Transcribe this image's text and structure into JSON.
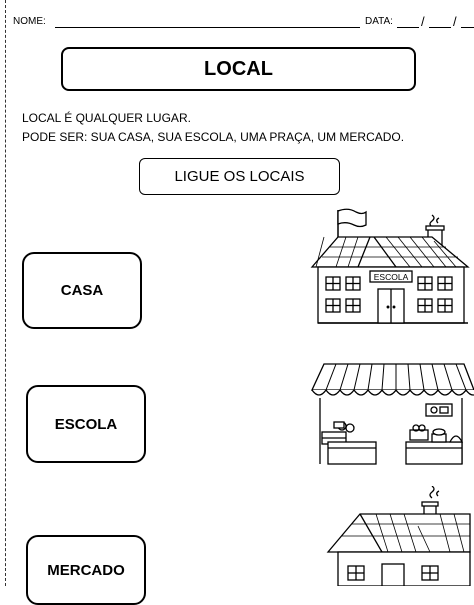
{
  "header": {
    "name_label": "NOME:",
    "date_label": "DATA:",
    "date_separator_1": "/",
    "date_separator_2": "/"
  },
  "title": "LOCAL",
  "intro": {
    "line1": "LOCAL É QUALQUER LUGAR.",
    "line2": "PODE SER: SUA CASA, SUA ESCOLA, UMA PRAÇA, UM MERCADO."
  },
  "instruction": "LIGUE OS LOCAIS",
  "words": [
    "CASA",
    "ESCOLA",
    "MERCADO"
  ],
  "pictures": {
    "school": {
      "icon": "school-building-icon",
      "sign": "ESCOLA"
    },
    "market": {
      "icon": "market-stall-icon"
    },
    "house": {
      "icon": "house-icon"
    }
  }
}
